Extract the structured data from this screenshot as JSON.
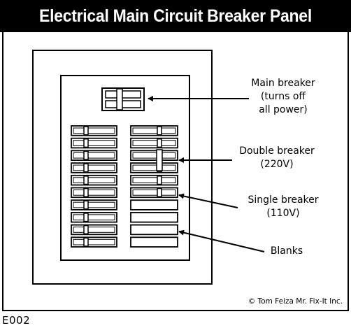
{
  "title": "Electrical Main Circuit Breaker Panel",
  "labels": {
    "main_breaker": [
      "Main breaker",
      "(turns off",
      "all power)"
    ],
    "double_breaker": [
      "Double breaker",
      "(220V)"
    ],
    "single_breaker": [
      "Single breaker",
      "(110V)"
    ],
    "blanks": [
      "Blanks"
    ]
  },
  "credit": "© Tom Feiza Mr. Fix-It Inc.",
  "code": "E002",
  "panel": {
    "left_column_breakers": 10,
    "right_column_breakers": 6,
    "right_column_blanks": 4
  }
}
